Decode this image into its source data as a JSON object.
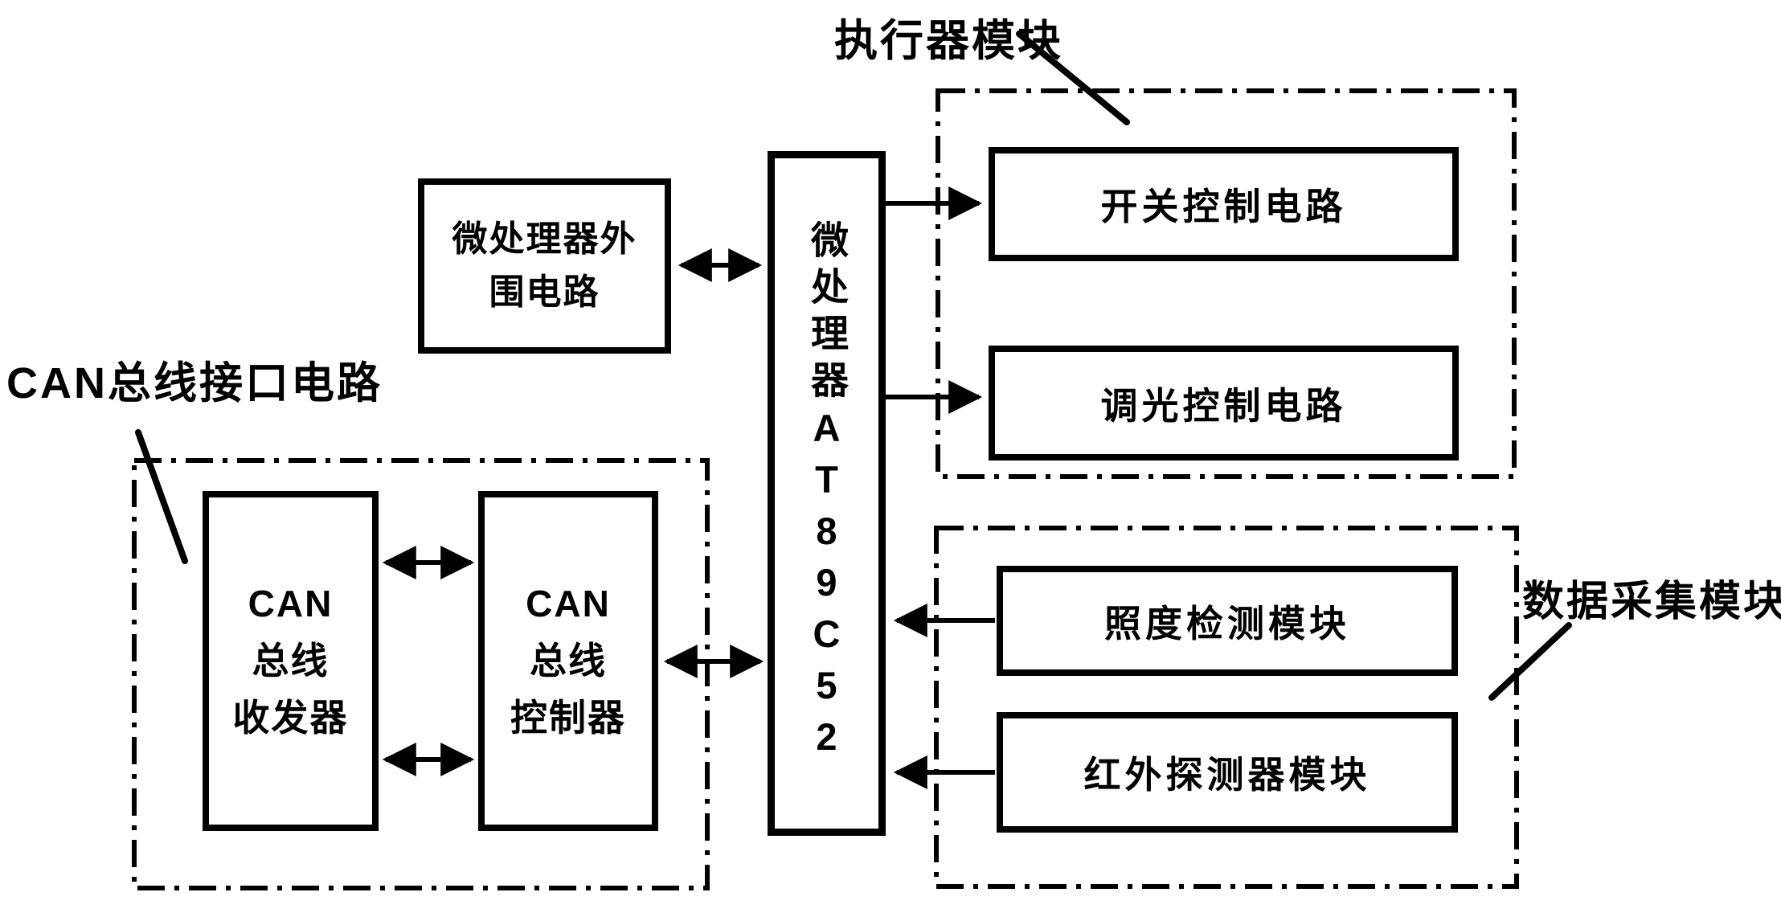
{
  "colors": {
    "ink": "#000000",
    "paper": "#ffffff"
  },
  "labels": {
    "actuator_module": "执行器模块",
    "can_interface": "CAN总线接口电路",
    "data_acquisition": "数据采集模块"
  },
  "boxes": {
    "mcu": {
      "text": "微处理器AT89C52"
    },
    "peripheral": {
      "lines": [
        "微处理器外",
        "围电路"
      ]
    },
    "switch_control": {
      "text": "开关控制电路"
    },
    "dimming_control": {
      "text": "调光控制电路"
    },
    "illuminance": {
      "text": "照度检测模块"
    },
    "infrared": {
      "text": "红外探测器模块"
    },
    "can_transceiver": {
      "lines": [
        "CAN",
        "总线",
        "收发器"
      ]
    },
    "can_controller": {
      "lines": [
        "CAN",
        "总线",
        "控制器"
      ]
    }
  }
}
